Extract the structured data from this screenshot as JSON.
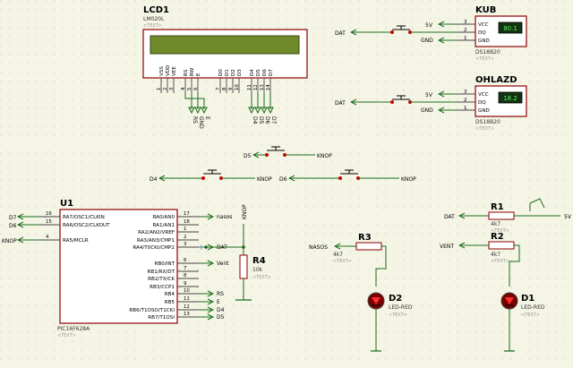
{
  "lcd": {
    "ref": "LCD1",
    "model": "LM020L",
    "text": "<TEXT>",
    "pins": [
      "VSS",
      "VDD",
      "VEE",
      "RS",
      "RW",
      "E",
      "D0",
      "D1",
      "D2",
      "D3",
      "D4",
      "D5",
      "D6",
      "D7"
    ],
    "pin_numbers": [
      "1",
      "2",
      "3",
      "4",
      "5",
      "6",
      "7",
      "8",
      "9",
      "10",
      "11",
      "12",
      "13",
      "14"
    ],
    "bottom_labels": [
      "RS",
      "GND",
      "E",
      "D4",
      "D5",
      "D6",
      "D7"
    ]
  },
  "sensor1": {
    "name": "KUB",
    "model": "DS18B20",
    "text": "<TEXT>",
    "reading": "80.1",
    "pin_labels": [
      "VCC",
      "DQ",
      "GND"
    ],
    "pin_numbers": [
      "3",
      "2",
      "1"
    ],
    "net_labels": [
      "5V",
      "DAT",
      "GND"
    ],
    "input_net": "DAT"
  },
  "sensor2": {
    "name": "OHLAZD",
    "model": "DS18B20",
    "text": "<TEXT>",
    "reading": "18.2",
    "pin_labels": [
      "VCC",
      "DQ",
      "GND"
    ],
    "pin_numbers": [
      "3",
      "2",
      "1"
    ],
    "net_labels": [
      "5V",
      "DAT",
      "GND"
    ],
    "input_net": "DAT"
  },
  "buttons": {
    "b3": "D5",
    "b3_out": "KNOP",
    "b4": "D4",
    "b4_out": "KNOP",
    "b5": "D6",
    "b5_out": "KNOP"
  },
  "mcu": {
    "ref": "U1",
    "model": "PIC16F628A",
    "text": "<TEXT>",
    "left_pins": [
      {
        "name": "RA7/OSC1/CLKIN",
        "num": "16",
        "net": "D7"
      },
      {
        "name": "RA6/OSC2/CLKOUT",
        "num": "15",
        "net": "D6"
      },
      {
        "name": "RA5/MCLR",
        "num": "4",
        "net": "KNOP"
      }
    ],
    "right_pins": [
      {
        "name": "RA0/AN0",
        "num": "17",
        "net": "nasos"
      },
      {
        "name": "RA1/AN1",
        "num": "18",
        "net": ""
      },
      {
        "name": "RA2/AN2/VREF",
        "num": "1",
        "net": ""
      },
      {
        "name": "RA3/AN3/CMP1",
        "num": "2",
        "net": ""
      },
      {
        "name": "RA4/T0CKI/CMP2",
        "num": "3",
        "net": "DAT"
      },
      {
        "name": "RB0/INT",
        "num": "6",
        "net": "Vent"
      },
      {
        "name": "RB1/RX/DT",
        "num": "7",
        "net": ""
      },
      {
        "name": "RB2/TX/CK",
        "num": "8",
        "net": ""
      },
      {
        "name": "RB3/CCP1",
        "num": "9",
        "net": ""
      },
      {
        "name": "RB4",
        "num": "10",
        "net": "RS"
      },
      {
        "name": "RB5",
        "num": "11",
        "net": "E"
      },
      {
        "name": "RB6/T1OSO/T1CKI",
        "num": "12",
        "net": "D4"
      },
      {
        "name": "RB7/T1OSI",
        "num": "13",
        "net": "D5"
      }
    ]
  },
  "r4": {
    "ref": "R4",
    "value": "10k",
    "text": "<TEXT>",
    "net": "KNOP"
  },
  "r3": {
    "ref": "R3",
    "value": "4k7",
    "text": "<TEXT>",
    "net": "NASOS"
  },
  "r1": {
    "ref": "R1",
    "value": "4k7",
    "text": "<TEXT>",
    "net_left": "DAT",
    "net_right": "5V"
  },
  "r2": {
    "ref": "R2",
    "value": "4k7",
    "text": "<TEXT>",
    "net_left": "VENT"
  },
  "d2": {
    "ref": "D2",
    "model": "LED-RED",
    "text": "<TEXT>"
  },
  "d1": {
    "ref": "D1",
    "model": "LED-RED",
    "text": "<TEXT>"
  }
}
